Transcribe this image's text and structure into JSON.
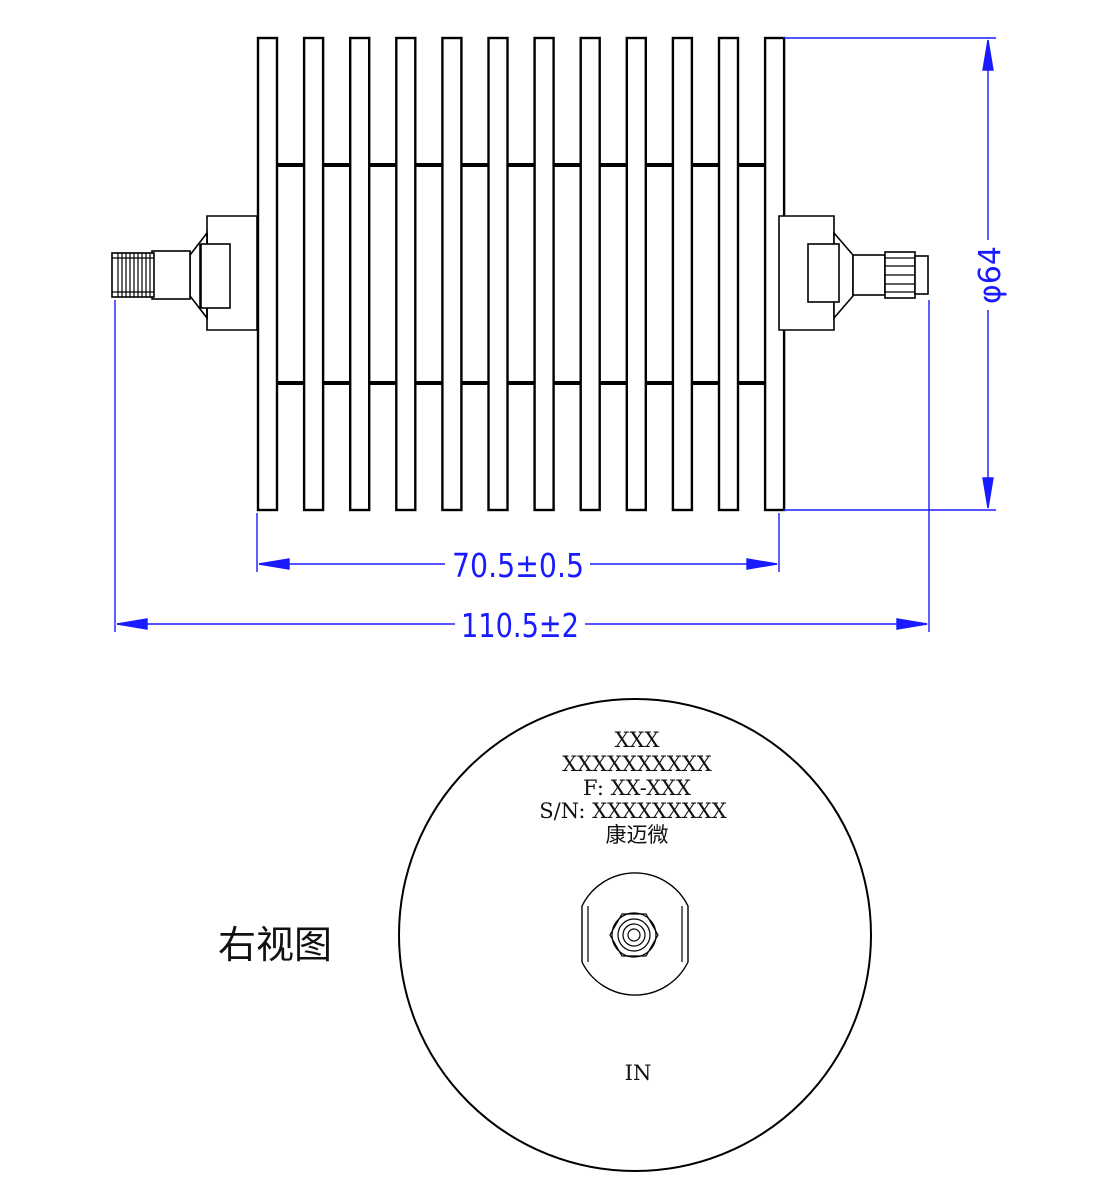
{
  "dimensions": {
    "body_length": "70.5±0.5",
    "total_length": "110.5±2",
    "diameter": "φ64"
  },
  "right_view": {
    "title": "右视图",
    "marking_lines": [
      "XXX",
      "XXXXXXXXXX",
      "F: XX-XXX",
      "S/N: XXXXXXXXX",
      "康迈微"
    ],
    "port_label": "IN"
  },
  "colors": {
    "outline": "#000000",
    "dimension": "#1a1aff"
  }
}
